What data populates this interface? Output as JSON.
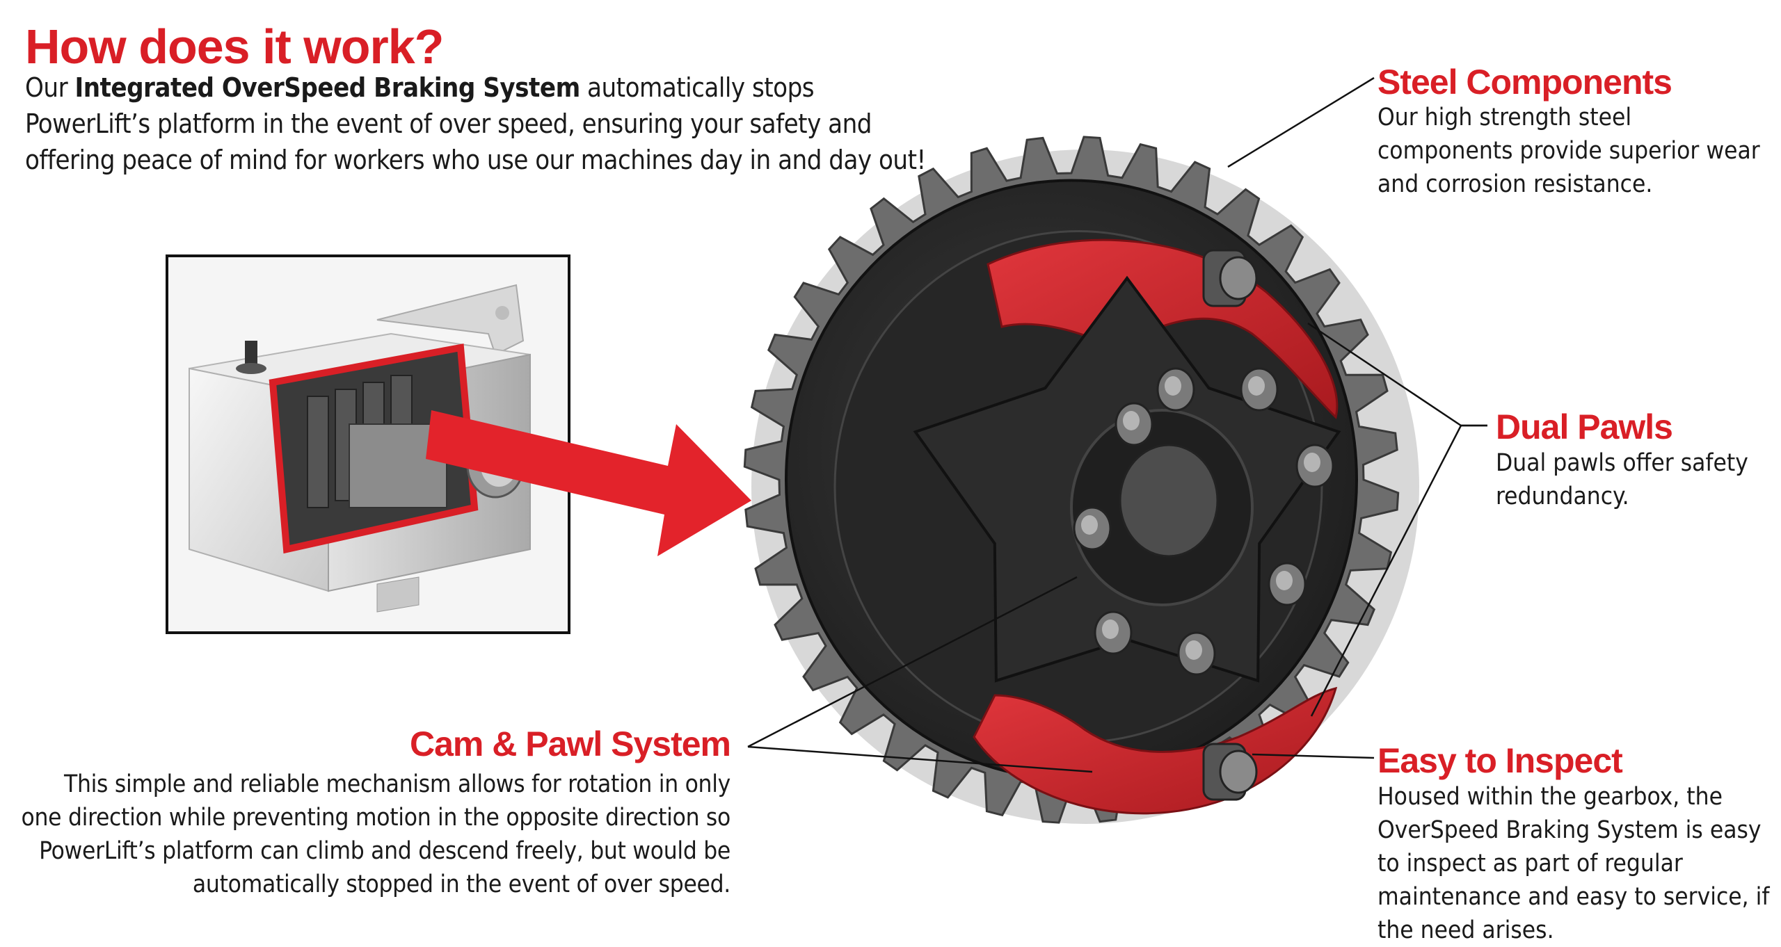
{
  "title": "How does it work?",
  "intro": {
    "prefix": "Our ",
    "bold": "Integrated OverSpeed Braking System",
    "suffix": " automatically stops PowerLift’s platform in the event of over speed, ensuring your safety and offering peace of mind for workers who use our machines day in and day out!"
  },
  "callouts": {
    "steel": {
      "heading": "Steel Components",
      "text": "Our high strength steel components provide superior wear and corrosion resistance."
    },
    "dual": {
      "heading": "Dual Pawls",
      "text": "Dual pawls offer safety redundancy."
    },
    "cam": {
      "heading": "Cam & Pawl System",
      "text": "This simple and reliable mechanism allows for rotation in only one direction while preventing motion in the opposite direction so PowerLift’s platform can climb and descend freely, but would be automatically stopped in the event of over speed."
    },
    "easy": {
      "heading": "Easy to Inspect",
      "text": "Housed within the gearbox, the OverSpeed Braking System is easy to inspect as part of regular maintenance and easy to service, if the need arises."
    }
  },
  "colors": {
    "accent": "#d91f26",
    "gear_dark": "#2e2e2e",
    "gear_mid": "#4a4a4a",
    "text": "#1a1a1a"
  },
  "icons": {
    "arrow": "right-arrow-icon",
    "gear": "gear-illustration",
    "gearbox": "gearbox-photo"
  }
}
